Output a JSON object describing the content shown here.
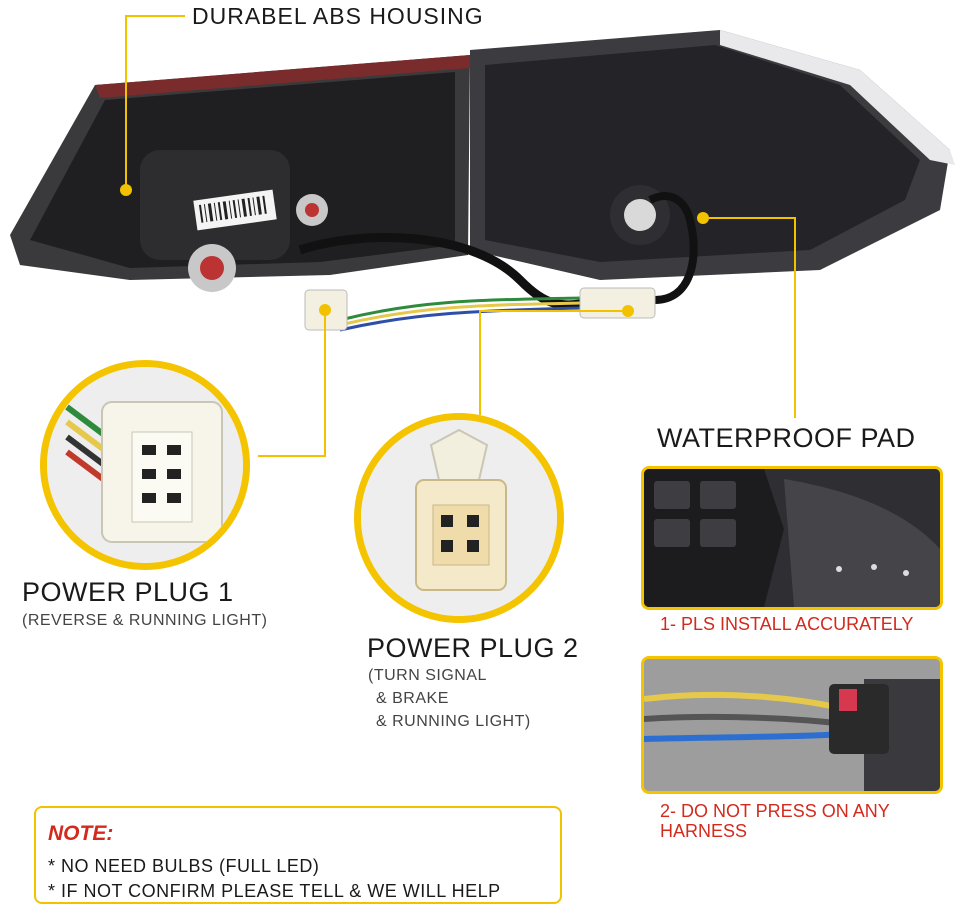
{
  "labels": {
    "housing": "DURABEL ABS HOUSING",
    "waterproof": "WATERPROOF PAD",
    "plug1_title": "POWER PLUG 1",
    "plug1_sub": "(REVERSE & RUNNING LIGHT)",
    "plug2_title": "POWER PLUG 2",
    "plug2_sub1": "(TURN SIGNAL",
    "plug2_sub2": "& BRAKE",
    "plug2_sub3": "& RUNNING LIGHT)",
    "install_1": "1- PLS INSTALL ACCURATELY",
    "install_2_line1": "2- DO NOT PRESS ON ANY",
    "install_2_line2": "HARNESS"
  },
  "note": {
    "title": "NOTE:",
    "line1": "* NO NEED BULBS (FULL LED)",
    "line2": "* IF NOT CONFIRM PLEASE TELL & WE WILL HELP"
  },
  "colors": {
    "accent_yellow": "#f5c400",
    "warning_red": "#d32a1e",
    "housing_dark": "#2a2a2c"
  }
}
